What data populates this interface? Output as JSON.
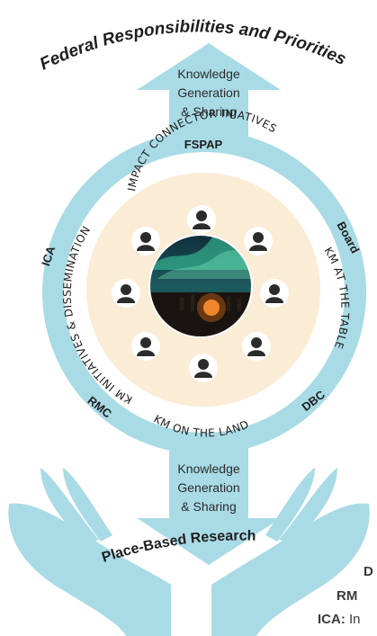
{
  "title": "Federal Responsibilities and Priorities",
  "bottom_label": "Place-Based Research",
  "arrow_top": {
    "line1": "Knowledge",
    "line2": "Generation",
    "line3": "& Sharing"
  },
  "arrow_bottom": {
    "line1": "Knowledge",
    "line2": "Generation",
    "line3": "& Sharing"
  },
  "ring_labels": {
    "top": "FSPAP",
    "left": "ICA",
    "right": "Board",
    "bottom_left": "RMC",
    "bottom_right": "DBC"
  },
  "inner_labels": {
    "top": "IMPACT CONNECTOR INIATIVES",
    "left": "KM INITIATIVES & DISSEMINATION",
    "right": "KM AT THE TABLE",
    "bottom": "KM ON THE LAND"
  },
  "legend_fragments": [
    {
      "abbr": "D",
      "text": ""
    },
    {
      "abbr": "RM",
      "text": ""
    },
    {
      "abbr": "ICA:",
      "text": " In"
    }
  ],
  "colors": {
    "light_blue": "#a9dbe6",
    "cream": "#fbecd6",
    "dark": "#2b2b2b",
    "white": "#ffffff"
  },
  "icons": [
    "person-icon",
    "aurora-photo",
    "hand-icon"
  ]
}
